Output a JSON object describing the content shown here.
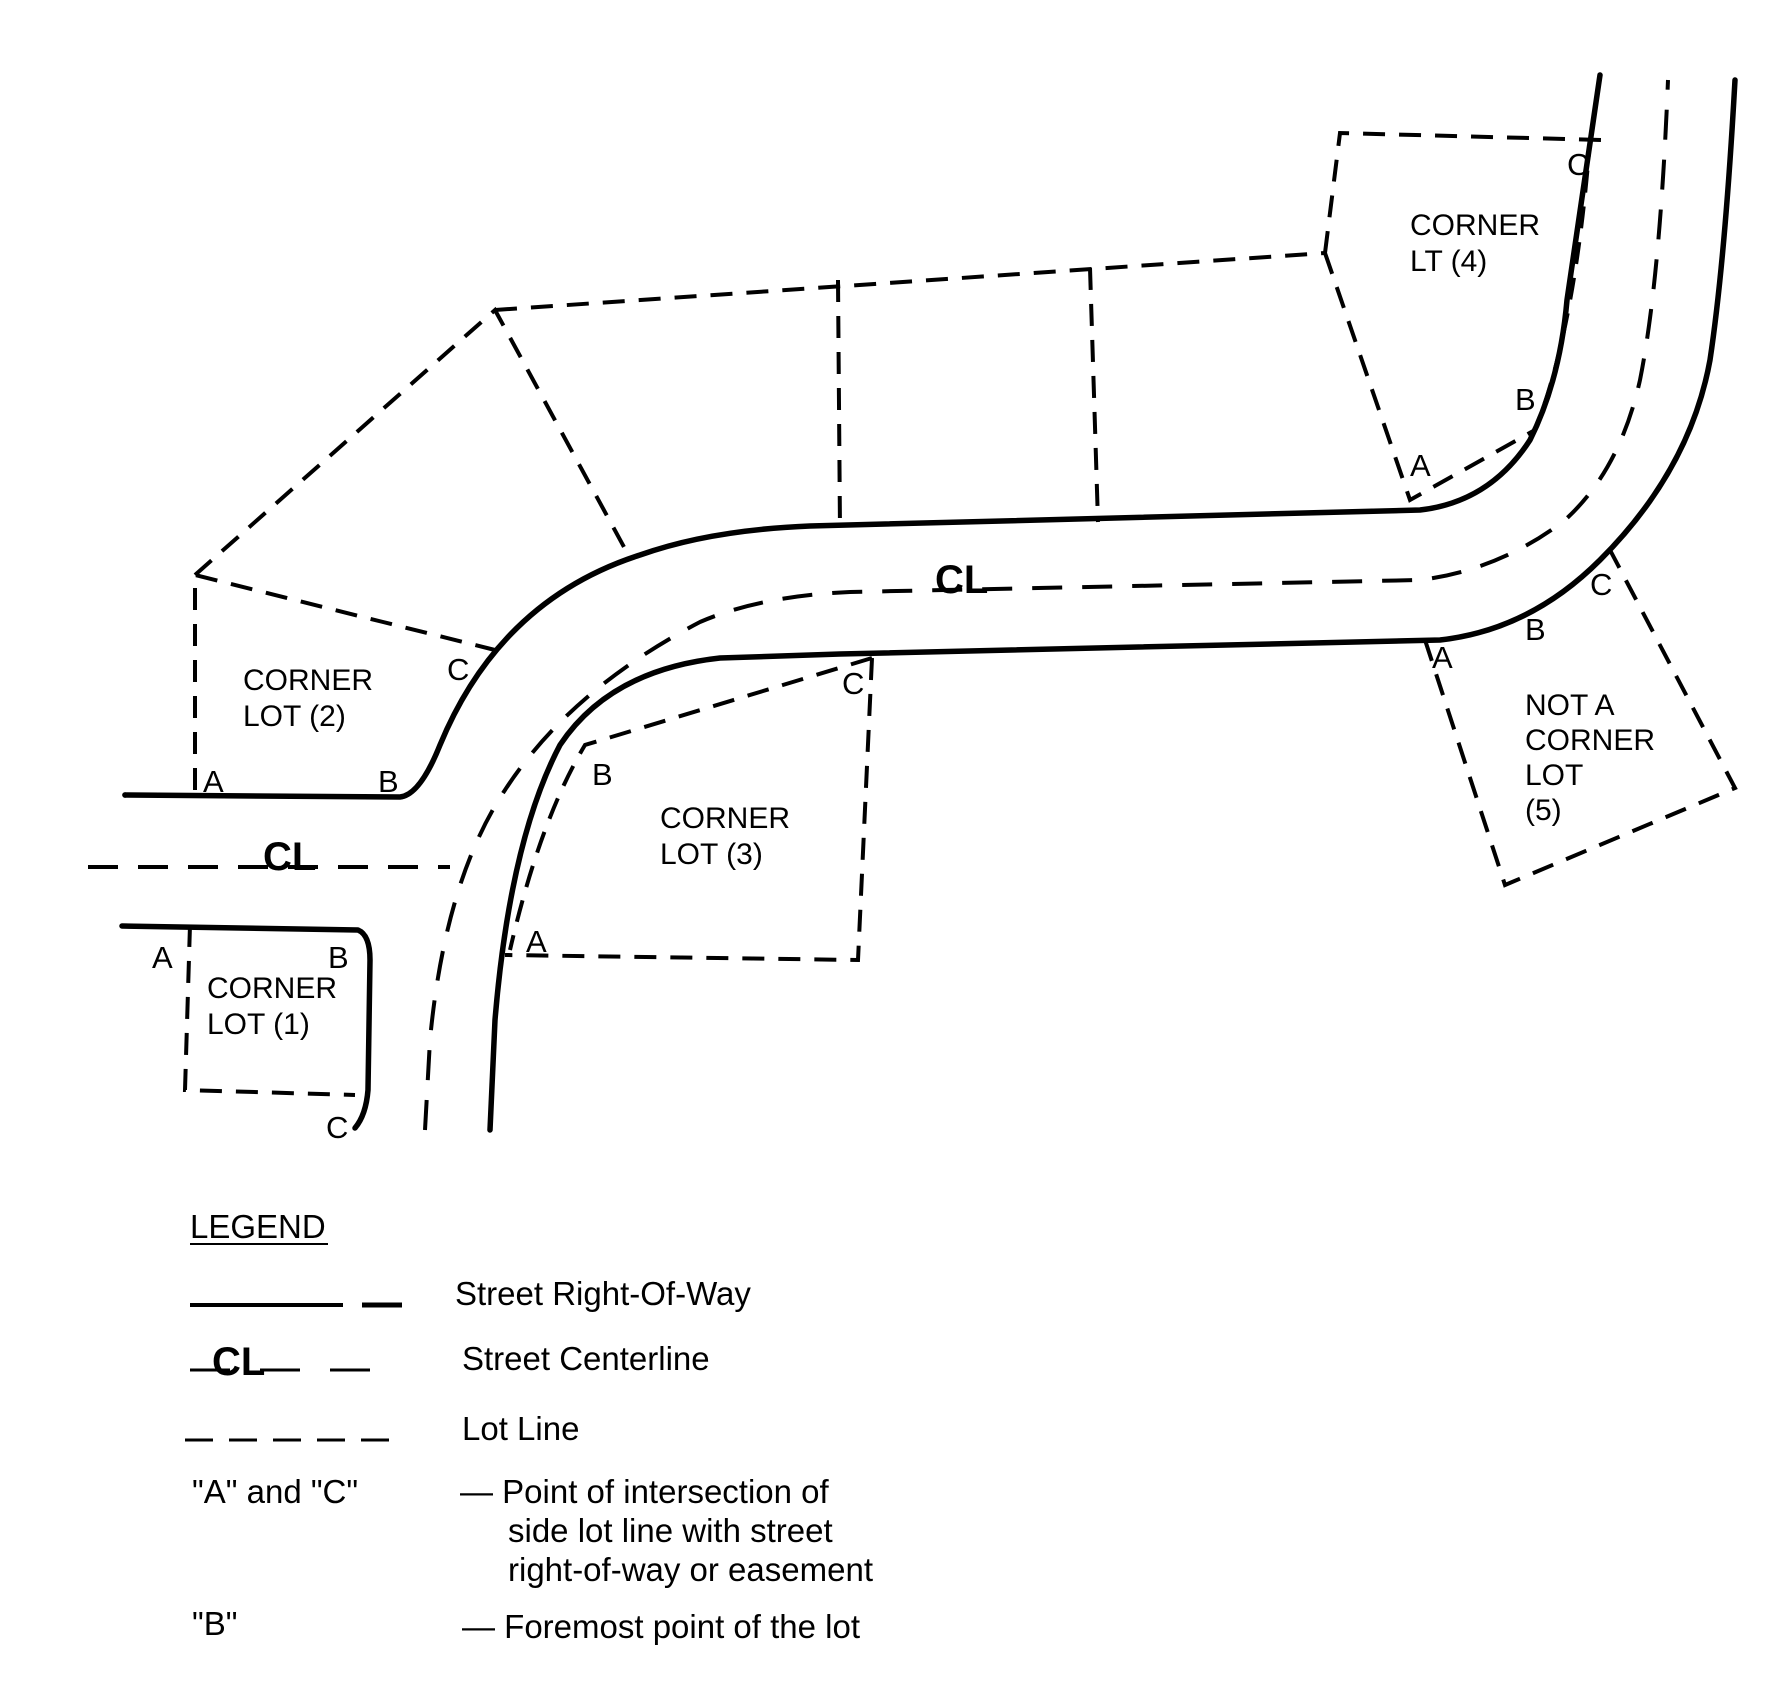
{
  "lots": {
    "lot1": {
      "line1": "CORNER",
      "line2": "LOT (1)"
    },
    "lot2": {
      "line1": "CORNER",
      "line2": "LOT (2)"
    },
    "lot3": {
      "line1": "CORNER",
      "line2": "LOT (3)"
    },
    "lot4": {
      "line1": "CORNER",
      "line2": "LT (4)"
    },
    "lot5": {
      "line1": "NOT A",
      "line2": "CORNER",
      "line3": "LOT",
      "line4": "(5)"
    }
  },
  "points": {
    "a": "A",
    "b": "B",
    "c": "C"
  },
  "centerline_symbol": "CL",
  "legend": {
    "heading": "LEGEND",
    "right_of_way": "Street Right-Of-Way",
    "centerline": "Street Centerline",
    "lot_line": "Lot Line",
    "ac_key": "\"A\" and  \"C\"",
    "ac_desc_line1": "— Point of intersection of",
    "ac_desc_line2": "side lot line with street",
    "ac_desc_line3": "right-of-way or easement",
    "b_key": "\"B\"",
    "b_desc": "— Foremost point of the lot"
  }
}
